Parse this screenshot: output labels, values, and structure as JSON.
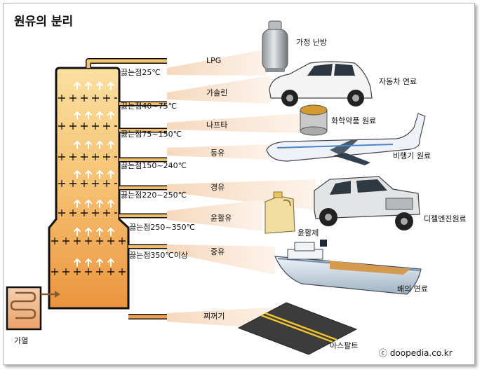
{
  "title": "원유의 분리",
  "heater_label": "가열",
  "credit": "ⓒ doopedia.co.kr",
  "fractions": [
    {
      "boiling": "끓는점25℃",
      "name": "LPG",
      "use": "가정 난방",
      "icon": "gas-cylinder-icon"
    },
    {
      "boiling": "끓는점40~75℃",
      "name": "가솔린",
      "use": "자동차 연료",
      "icon": "car-icon"
    },
    {
      "boiling": "끓는점75~150℃",
      "name": "나프타",
      "use": "화학약품 원료",
      "icon": "chemical-can-icon"
    },
    {
      "boiling": "끓는점150~240℃",
      "name": "등유",
      "use": "비행기 원료",
      "icon": "airplane-icon"
    },
    {
      "boiling": "끓는점220~250℃",
      "name": "경유",
      "use": "디젤엔진원료",
      "icon": "pickup-truck-icon"
    },
    {
      "boiling": "끓는점250~350℃",
      "name": "윤활유",
      "use": "윤활제",
      "icon": "oil-jug-icon"
    },
    {
      "boiling": "끓는점350℃이상",
      "name": "중유",
      "use": "배의 연료",
      "icon": "ship-icon"
    },
    {
      "boiling": "",
      "name": "찌꺼기",
      "use": "아스팔트",
      "icon": "asphalt-road-icon"
    }
  ],
  "colors": {
    "tower_top": "#f8cf7c",
    "tower_bottom": "#e8923a",
    "pipe": "#f0b45c",
    "beam": "#fbe7d2",
    "outline": "#111111"
  }
}
